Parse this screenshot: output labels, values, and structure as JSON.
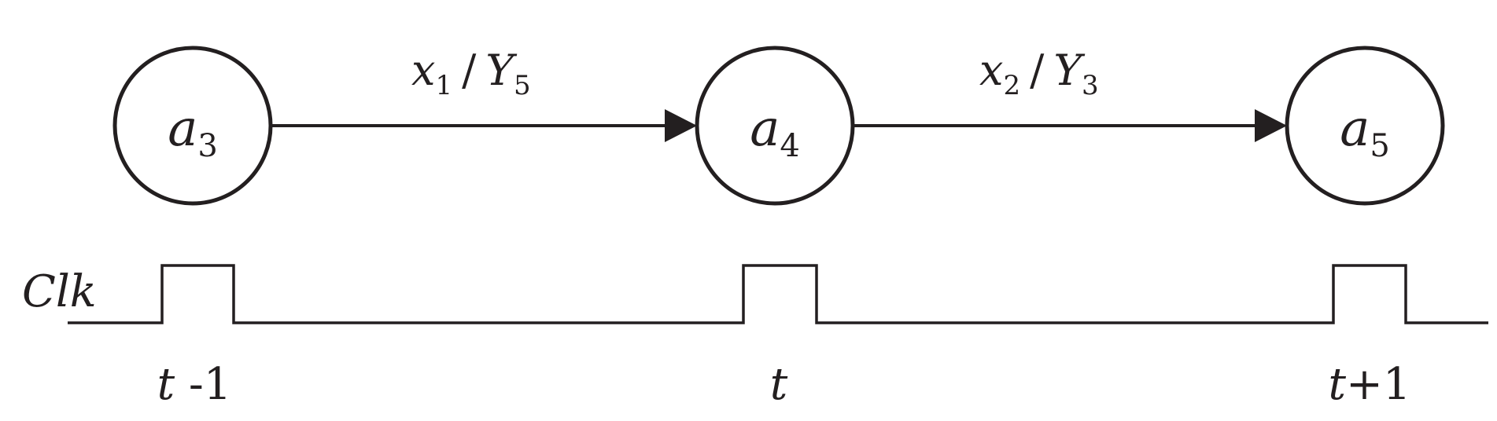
{
  "states": [
    {
      "symbol": "a",
      "index": "3"
    },
    {
      "symbol": "a",
      "index": "4"
    },
    {
      "symbol": "a",
      "index": "5"
    }
  ],
  "transitions": [
    {
      "input": "x",
      "input_index": "1",
      "separator": "/",
      "output": "Y",
      "output_index": "5"
    },
    {
      "input": "x",
      "input_index": "2",
      "separator": "/",
      "output": "Y",
      "output_index": "3"
    }
  ],
  "clock": {
    "label": "Clk",
    "ticks": [
      {
        "var": "t",
        "rest": " -1"
      },
      {
        "var": "t",
        "rest": ""
      },
      {
        "var": "t",
        "rest": "+1"
      }
    ]
  },
  "colors": {
    "stroke": "#231f20",
    "background": "#ffffff"
  }
}
